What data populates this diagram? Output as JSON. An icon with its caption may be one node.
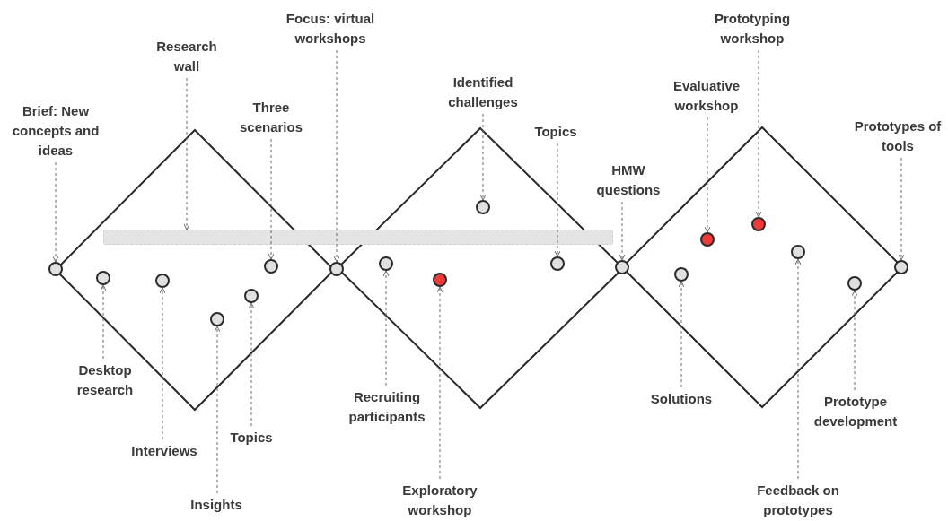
{
  "diagram": {
    "nodes": [
      {
        "text": [],
        "shape": "diamond"
      },
      {
        "text": [],
        "shape": "diamond"
      },
      {
        "text": [],
        "shape": "diamond"
      },
      {
        "text": [],
        "shape": "bar"
      },
      {
        "text": [],
        "shape": "circle"
      },
      {
        "text": [],
        "shape": "circle",
        "in": 0
      },
      {
        "text": [],
        "shape": "circle",
        "in": 0
      },
      {
        "text": [],
        "shape": "circle",
        "in": 0
      },
      {
        "text": [],
        "shape": "circle",
        "in": 0
      },
      {
        "text": [],
        "shape": "circle",
        "in": 0
      },
      {
        "text": [],
        "shape": "circle"
      },
      {
        "text": [],
        "shape": "circle",
        "in": 1
      },
      {
        "text": [],
        "shape": "circle",
        "in": 1
      },
      {
        "text": [],
        "shape": "circle",
        "in": 1
      },
      {
        "text": [],
        "shape": "circle",
        "in": 1
      },
      {
        "text": [],
        "shape": "circle"
      },
      {
        "text": [],
        "shape": "circle",
        "in": 2
      },
      {
        "text": [],
        "shape": "circle",
        "in": 2
      },
      {
        "text": [],
        "shape": "circle",
        "in": 2
      },
      {
        "text": [],
        "shape": "circle",
        "in": 2
      },
      {
        "text": [],
        "shape": "circle",
        "in": 2
      },
      {
        "text": [],
        "shape": "circle"
      },
      {
        "text": [
          "Brief: New concepts and ideas"
        ]
      },
      {
        "text": [
          "Research wall"
        ]
      },
      {
        "text": [
          "Three scenarios"
        ]
      },
      {
        "text": [
          "Focus: virtual workshops"
        ]
      },
      {
        "text": [
          "Identified challenges"
        ]
      },
      {
        "text": [
          "Topics"
        ]
      },
      {
        "text": [
          "HMW questions"
        ]
      },
      {
        "text": [
          "Evaluative workshop"
        ]
      },
      {
        "text": [
          "Prototyping workshop"
        ]
      },
      {
        "text": [
          "Prototypes of tools"
        ]
      },
      {
        "text": [
          "Desktop research"
        ]
      },
      {
        "text": [
          "Interviews"
        ]
      },
      {
        "text": [
          "Topics"
        ]
      },
      {
        "text": [
          "Insights"
        ]
      },
      {
        "text": [
          "Recruiting participants"
        ]
      },
      {
        "text": [
          "Exploratory workshop"
        ]
      },
      {
        "text": [
          "Solutions"
        ]
      },
      {
        "text": [
          "Feedback on prototypes"
        ]
      },
      {
        "text": [
          "Prototype development"
        ]
      }
    ],
    "edges": [
      {
        "from": 22,
        "to": 4,
        "arrow": "to",
        "style": "dashed"
      },
      {
        "from": 23,
        "to": 3,
        "arrow": "to",
        "style": "dashed"
      },
      {
        "from": 24,
        "to": 9,
        "arrow": "to",
        "style": "dashed"
      },
      {
        "from": 25,
        "to": 10,
        "arrow": "to",
        "style": "dashed"
      },
      {
        "from": 26,
        "to": 13,
        "arrow": "to",
        "style": "dashed"
      },
      {
        "from": 27,
        "to": 14,
        "arrow": "to",
        "style": "dashed"
      },
      {
        "from": 28,
        "to": 15,
        "arrow": "to",
        "style": "dashed"
      },
      {
        "from": 29,
        "to": 17,
        "arrow": "to",
        "style": "dashed"
      },
      {
        "from": 30,
        "to": 18,
        "arrow": "to",
        "style": "dashed"
      },
      {
        "from": 31,
        "to": 21,
        "arrow": "to",
        "style": "dashed"
      },
      {
        "from": 32,
        "to": 5,
        "arrow": "to",
        "style": "dashed"
      },
      {
        "from": 33,
        "to": 6,
        "arrow": "to",
        "style": "dashed"
      },
      {
        "from": 34,
        "to": 8,
        "arrow": "to",
        "style": "dashed"
      },
      {
        "from": 35,
        "to": 7,
        "arrow": "to",
        "style": "dashed"
      },
      {
        "from": 36,
        "to": 11,
        "arrow": "to",
        "style": "dashed"
      },
      {
        "from": 37,
        "to": 12,
        "arrow": "to",
        "style": "dashed"
      },
      {
        "from": 38,
        "to": 16,
        "arrow": "to",
        "style": "dashed"
      },
      {
        "from": 39,
        "to": 19,
        "arrow": "to",
        "style": "dashed"
      },
      {
        "from": 40,
        "to": 20,
        "arrow": "to",
        "style": "dashed"
      }
    ]
  }
}
